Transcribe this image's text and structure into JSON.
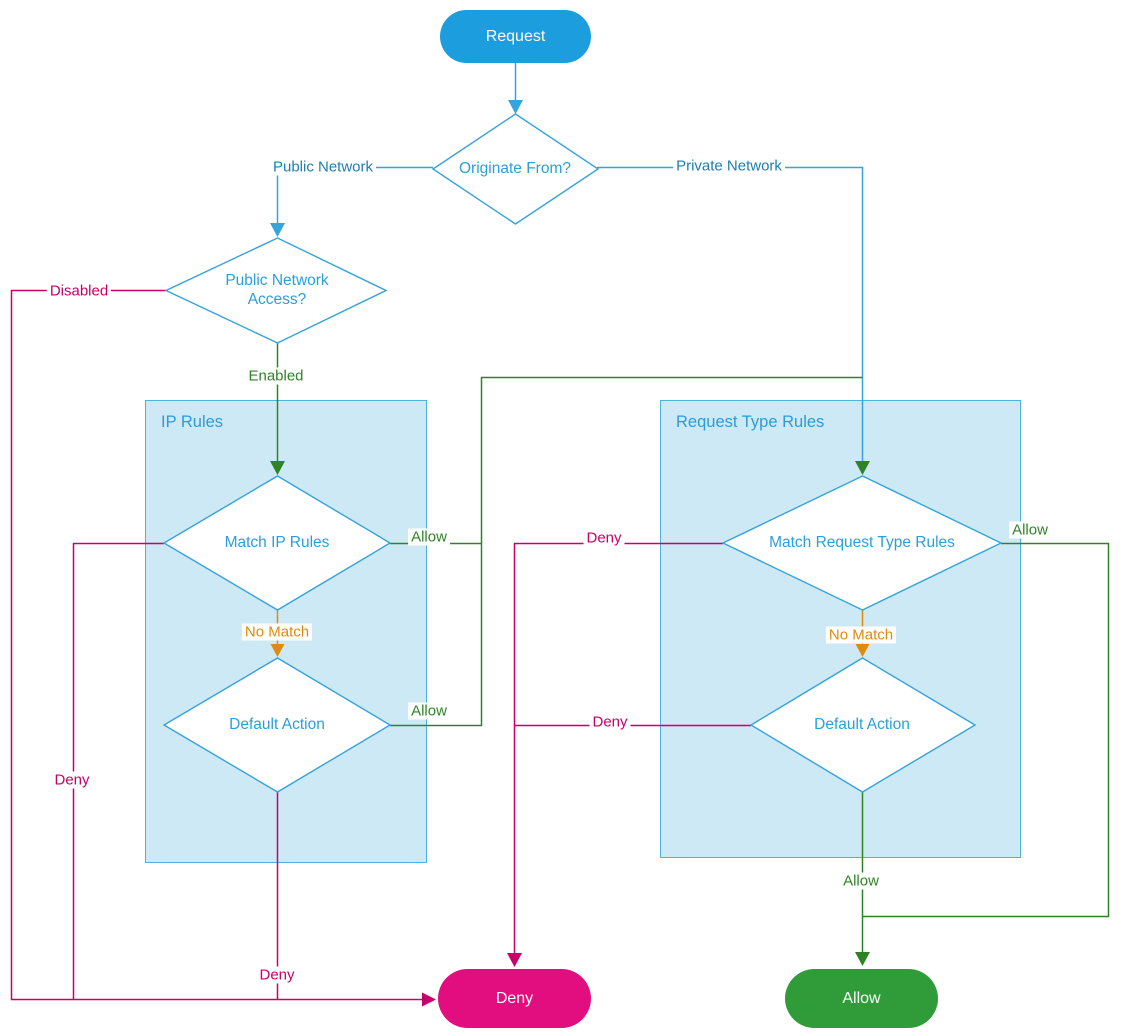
{
  "diagram": {
    "nodes": {
      "request": {
        "label": "Request"
      },
      "originate_from": {
        "label": "Originate From?"
      },
      "public_network_access": {
        "label": "Public Network Access?"
      },
      "match_ip_rules": {
        "label": "Match IP Rules"
      },
      "default_action_ip": {
        "label": "Default Action"
      },
      "match_request_type_rules": {
        "label": "Match Request Type Rules"
      },
      "default_action_request_type": {
        "label": "Default Action"
      },
      "deny_terminal": {
        "label": "Deny"
      },
      "allow_terminal": {
        "label": "Allow"
      }
    },
    "containers": {
      "ip_rules": {
        "label": "IP Rules"
      },
      "request_type_rules": {
        "label": "Request Type Rules"
      }
    },
    "edge_labels": {
      "public_network": "Public Network",
      "private_network": "Private Network",
      "disabled": "Disabled",
      "enabled": "Enabled",
      "allow_match_ip": "Allow",
      "no_match_ip": "No Match",
      "allow_default_ip": "Allow",
      "deny_match_ip": "Deny",
      "deny_default_ip": "Deny",
      "deny_match_request_type": "Deny",
      "no_match_request_type": "No Match",
      "allow_match_request_type": "Allow",
      "deny_default_request_type": "Deny",
      "allow_default_request_type": "Allow"
    },
    "colors": {
      "blue-line": "#35A3DC",
      "blue-node-fill": "#1C9DDE",
      "blue-node-text": "#2B9FDA",
      "blue-box-fill": "#CDE9F6",
      "blue-box-border": "#4FB2DC",
      "blue-box-title": "#2B9CD8",
      "blue-network-label": "#1C7FB0",
      "green-line": "#2F8327",
      "green-fill": "#2F9C39",
      "magenta-line": "#C70069",
      "magenta-fill": "#E20D7F",
      "orange-line": "#DE8B0C"
    }
  }
}
